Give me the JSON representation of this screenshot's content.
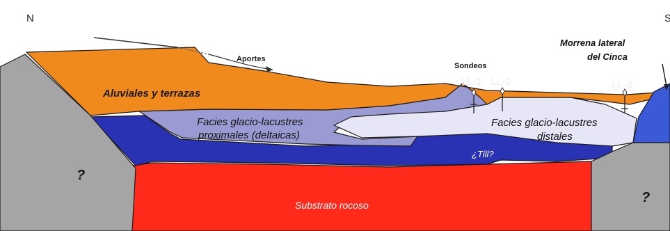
{
  "orientation": {
    "north": "N",
    "south": "S"
  },
  "arrows": {
    "aportes": "Aportes"
  },
  "boreholes": {
    "title": "Sondeos",
    "items": [
      "LL-1",
      "LL-2",
      "LL-3"
    ]
  },
  "units": {
    "aluviales": "Aluviales y terrazas",
    "proximal_line1": "Facies glacio-lacustres",
    "proximal_line2": "proximales (deltaicas)",
    "distal_line1": "Facies glacio-lacustres",
    "distal_line2": "distales",
    "till": "¿Till?",
    "substrato": "Substrato rocoso",
    "unknown_left": "?",
    "unknown_right": "?"
  },
  "moraine": {
    "line1": "Morrena lateral",
    "line2": "del Cinca"
  },
  "colors": {
    "aluvial": "#f08a1c",
    "proximal": "#9b9bd3",
    "distal": "#e6e6f6",
    "till": "#2a32b4",
    "substrate": "#ff2a1a",
    "bedrock_gray": "#a5a5a5",
    "moraine": "#3a5ad8"
  }
}
